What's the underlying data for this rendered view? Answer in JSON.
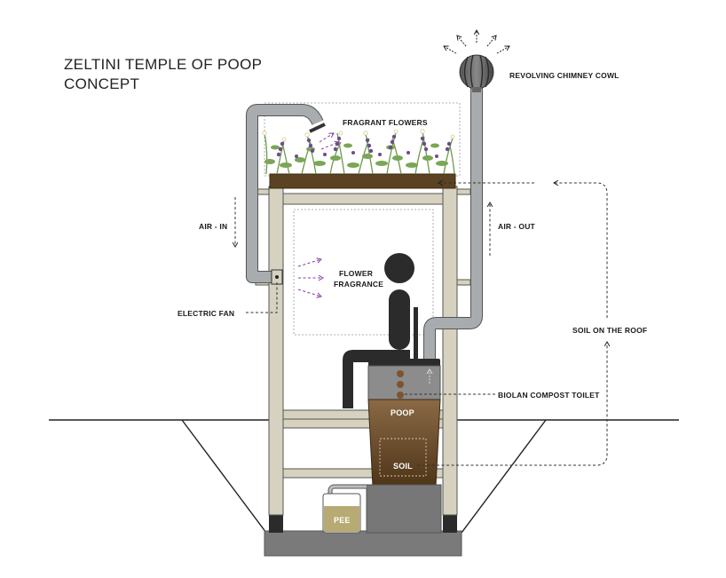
{
  "title": {
    "line1": "ZELTINI TEMPLE OF POOP",
    "line2": "CONCEPT"
  },
  "labels": {
    "chimney_cowl": "REVOLVING CHIMNEY COWL",
    "fragrant_flowers": "FRAGRANT FLOWERS",
    "air_in": "AIR - IN",
    "air_out": "AIR - OUT",
    "flower_fragrance_1": "FLOWER",
    "flower_fragrance_2": "FRAGRANCE",
    "electric_fan": "ELECTRIC FAN",
    "soil_on_roof": "SOIL ON THE ROOF",
    "compost_toilet": "BIOLAN COMPOST TOILET",
    "poop": "POOP",
    "soil": "SOIL",
    "pee": "PEE"
  },
  "colors": {
    "frame": "#d6d2bf",
    "frame_stroke": "#555555",
    "pipe": "#a9acae",
    "soil_roof": "#5a4222",
    "compost": "#6b4c2c",
    "toilet_top": "#8c8c8c",
    "base": "#777777",
    "person": "#2b2b2b",
    "pee": "#b7aa73",
    "fragrance_arrow": "#8b3aa8",
    "flower_purple": "#6f4a8e",
    "leaf_green": "#6d9a4a"
  }
}
